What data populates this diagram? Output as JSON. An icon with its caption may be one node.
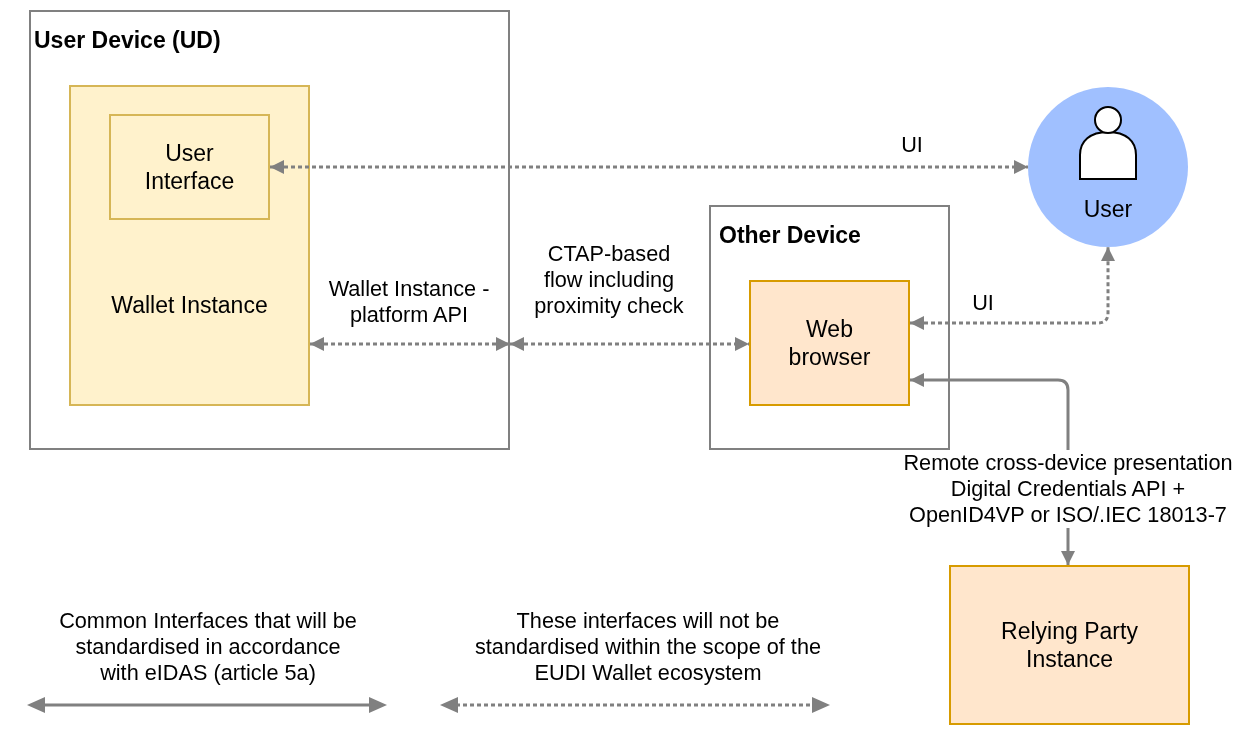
{
  "diagram": {
    "nodes": [
      {
        "text": [
          "User Device (UD)"
        ]
      },
      {
        "text": [
          "Wallet Instance"
        ],
        "in": 0
      },
      {
        "text": [
          "User Interface"
        ],
        "in": 1
      },
      {
        "text": [
          "User"
        ]
      },
      {
        "text": [
          "Other Device"
        ]
      },
      {
        "text": [
          "Web browser"
        ],
        "in": 4
      },
      {
        "text": [
          "Relying Party Instance"
        ]
      }
    ],
    "edges": [
      {
        "from": 2,
        "to": 3,
        "arrow": "both",
        "label": "UI",
        "style": "dashed"
      },
      {
        "from": 1,
        "to": 0,
        "arrow": "both",
        "label": "Wallet Instance - platform API",
        "style": "dashed"
      },
      {
        "from": 0,
        "to": 5,
        "arrow": "both",
        "label": "CTAP-based flow including proximity check",
        "style": "dashed"
      },
      {
        "from": 5,
        "to": 3,
        "arrow": "both",
        "label": "UI",
        "style": "dashed"
      },
      {
        "from": 5,
        "to": 6,
        "arrow": "both",
        "label": "Remote cross-device presentation Digital Credentials API + OpenID4VP or ISO/.IEC 18013-7"
      }
    ],
    "legend": [
      {
        "text": "Common Interfaces that will be standardised in accordance with eIDAS (article 5a)"
      },
      {
        "text": "These interfaces will not be standardised within the scope of the EUDI Wallet ecosystem"
      }
    ]
  }
}
